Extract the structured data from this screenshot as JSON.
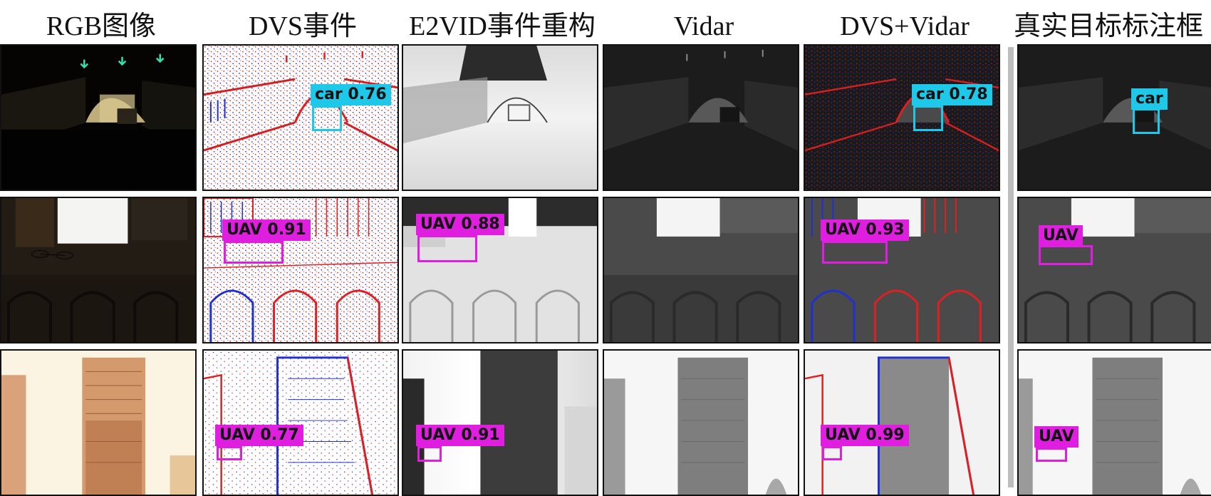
{
  "columns": [
    {
      "id": "rgb",
      "title": "RGB图像"
    },
    {
      "id": "dvs",
      "title": "DVS事件"
    },
    {
      "id": "e2vid",
      "title": "E2VID事件重构"
    },
    {
      "id": "vidar",
      "title": "Vidar"
    },
    {
      "id": "dvs_vidar",
      "title": "DVS+Vidar"
    },
    {
      "id": "gt",
      "title": "真实目标标注框"
    }
  ],
  "rows": [
    {
      "scene": "tunnel",
      "detections": {
        "dvs": "car 0.76",
        "dvs_vidar": "car 0.78",
        "gt": "car"
      }
    },
    {
      "scene": "courtyard",
      "detections": {
        "dvs": "UAV 0.91",
        "e2vid": "UAV 0.88",
        "dvs_vidar": "UAV 0.93",
        "gt": "UAV"
      }
    },
    {
      "scene": "building",
      "detections": {
        "dvs": "UAV 0.77",
        "e2vid": "UAV 0.91",
        "dvs_vidar": "UAV 0.99",
        "gt": "UAV"
      }
    }
  ],
  "colors": {
    "car_box": "#1ec8e8",
    "uav_box": "#e01ee0",
    "event_positive": "#e02020",
    "event_negative": "#2030d0",
    "divider": "#bdbdbd"
  }
}
